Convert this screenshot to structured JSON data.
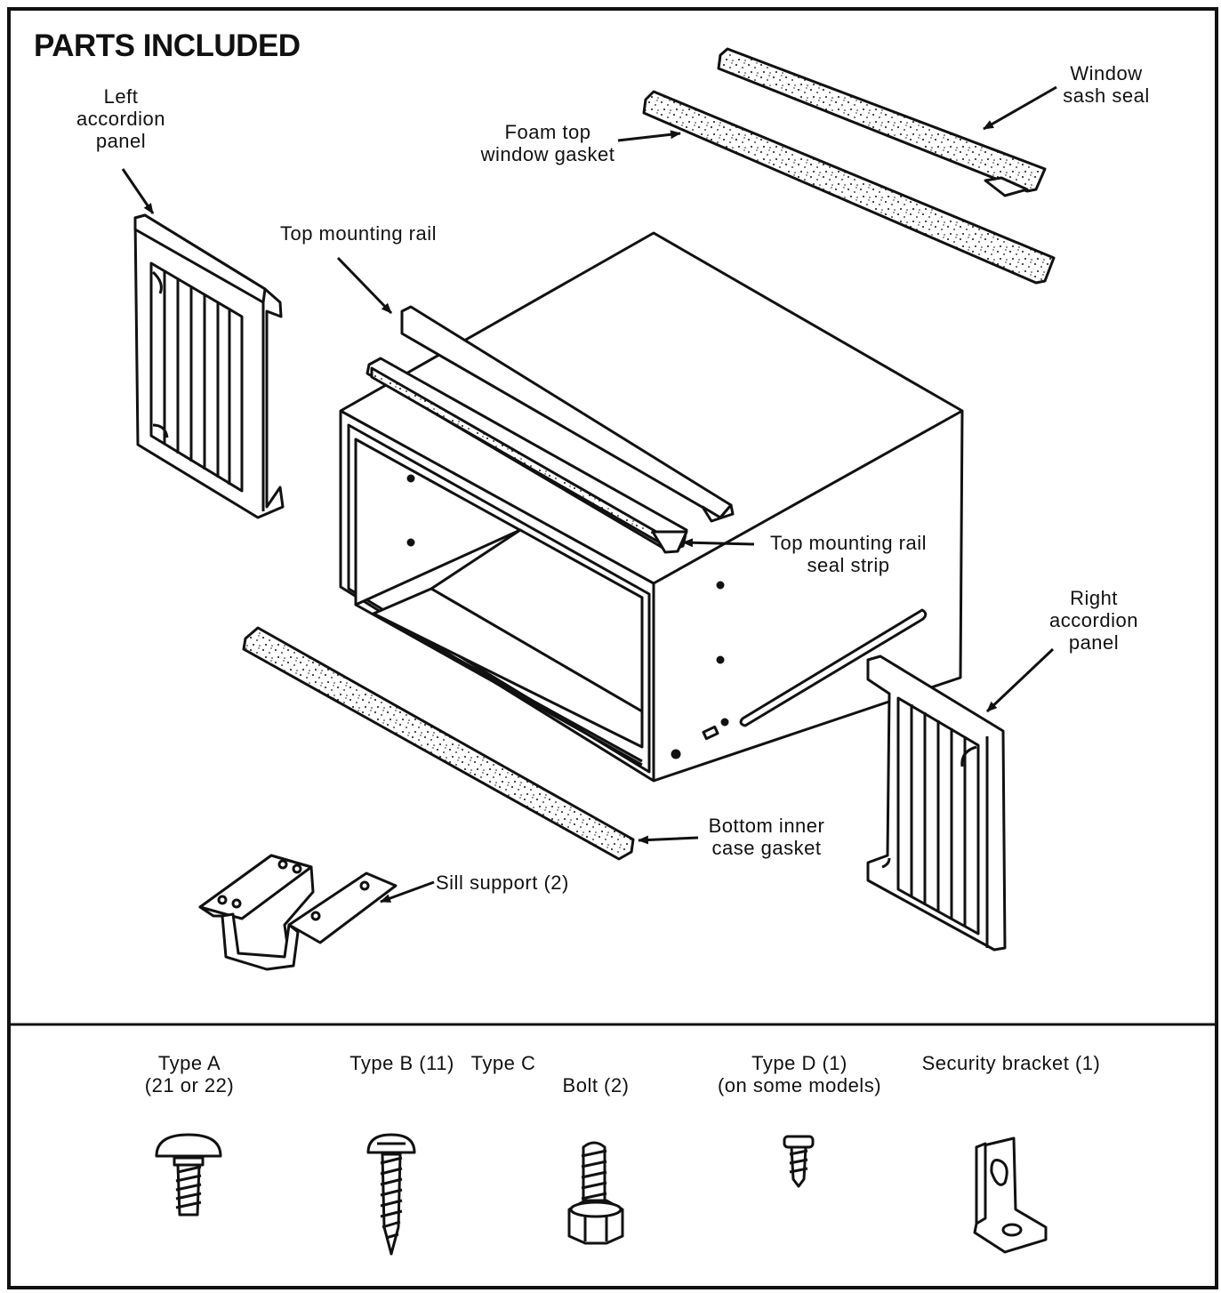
{
  "title": "PARTS INCLUDED",
  "parts": {
    "left_accordion_panel": [
      "Left",
      "accordion",
      "panel"
    ],
    "foam_top_window_gasket": [
      "Foam top",
      "window gasket"
    ],
    "window_sash_seal": [
      "Window",
      "sash seal"
    ],
    "top_mounting_rail": [
      "Top mounting rail"
    ],
    "top_mounting_rail_seal_strip": [
      "Top mounting rail",
      "seal strip"
    ],
    "right_accordion_panel": [
      "Right",
      "accordion",
      "panel"
    ],
    "bottom_inner_case_gasket": [
      "Bottom inner",
      "case gasket"
    ],
    "sill_support": [
      "Sill support (2)"
    ]
  },
  "hardware": {
    "type_a": [
      "Type A",
      "(21 or 22)"
    ],
    "type_b": [
      "Type B (11)"
    ],
    "type_c": [
      "Type C"
    ],
    "bolt": [
      "Bolt (2)"
    ],
    "type_d": [
      "Type D (1)",
      "(on some models)"
    ],
    "security_bracket": [
      "Security bracket (1)"
    ]
  }
}
